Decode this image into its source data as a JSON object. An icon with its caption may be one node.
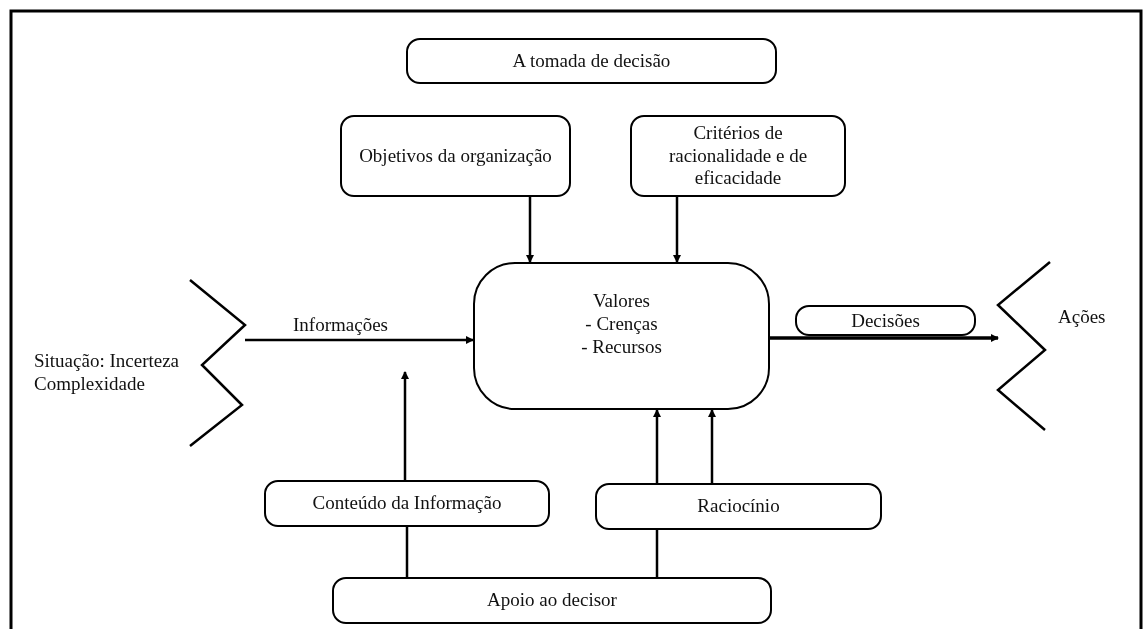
{
  "diagram": {
    "nodes": [
      {
        "text": [
          "A tomada de decisão"
        ]
      },
      {
        "text": [
          "Objetivos da organização"
        ]
      },
      {
        "text": [
          "Critérios de racionalidade e de eficacidade"
        ]
      },
      {
        "text": [
          "Situação: Incerteza Complexidade"
        ]
      },
      {
        "text": [
          "Valores",
          "- Crenças",
          "- Recursos"
        ]
      },
      {
        "text": [
          "Decisões"
        ]
      },
      {
        "text": [
          "Ações"
        ]
      },
      {
        "text": [
          "Conteúdo da Informação"
        ]
      },
      {
        "text": [
          "Raciocínio"
        ]
      },
      {
        "text": [
          "Apoio ao decisor"
        ]
      }
    ],
    "edges": [
      {
        "from": 1,
        "to": 4,
        "arrow": "to"
      },
      {
        "from": 2,
        "to": 4,
        "arrow": "to"
      },
      {
        "from": 3,
        "to": 4,
        "arrow": "to",
        "label": "Informações"
      },
      {
        "from": 4,
        "to": 6,
        "arrow": "to"
      },
      {
        "from": 7,
        "to": null,
        "arrow": "to"
      },
      {
        "from": 9,
        "to": 7,
        "arrow": "none"
      },
      {
        "from": 8,
        "to": 4,
        "arrow": "to"
      },
      {
        "from": 8,
        "to": 4,
        "arrow": "to"
      },
      {
        "from": 9,
        "to": 8,
        "arrow": "none"
      }
    ]
  }
}
